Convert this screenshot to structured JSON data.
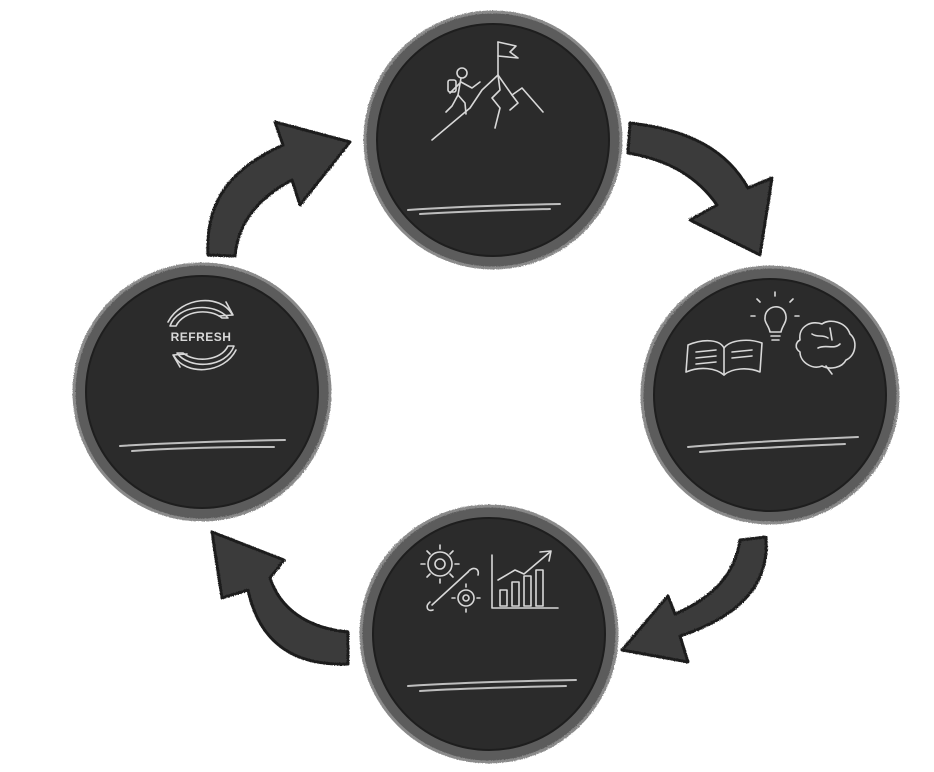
{
  "diagram": {
    "type": "cycle",
    "colors": {
      "background": "#ffffff",
      "board_fill": "#2b2b2b",
      "board_rim": "#5c5c5c",
      "rim_highlight": "#8a8a8a",
      "chalk": "#d8d8d8",
      "arrow_fill": "#3a3a3a"
    },
    "stages": [
      {
        "position": "top",
        "icon": "mountain-climber-flag-icon",
        "label": ""
      },
      {
        "position": "right",
        "icon": "book-lightbulb-brain-icon",
        "label": ""
      },
      {
        "position": "bottom",
        "icon": "gears-wrench-growth-chart-icon",
        "label": ""
      },
      {
        "position": "left",
        "icon": "refresh-cycle-icon",
        "label": "",
        "icon_text": "REFRESH"
      }
    ],
    "arrows": [
      {
        "from": "top",
        "to": "right"
      },
      {
        "from": "right",
        "to": "bottom"
      },
      {
        "from": "bottom",
        "to": "left"
      },
      {
        "from": "left",
        "to": "top"
      }
    ]
  }
}
